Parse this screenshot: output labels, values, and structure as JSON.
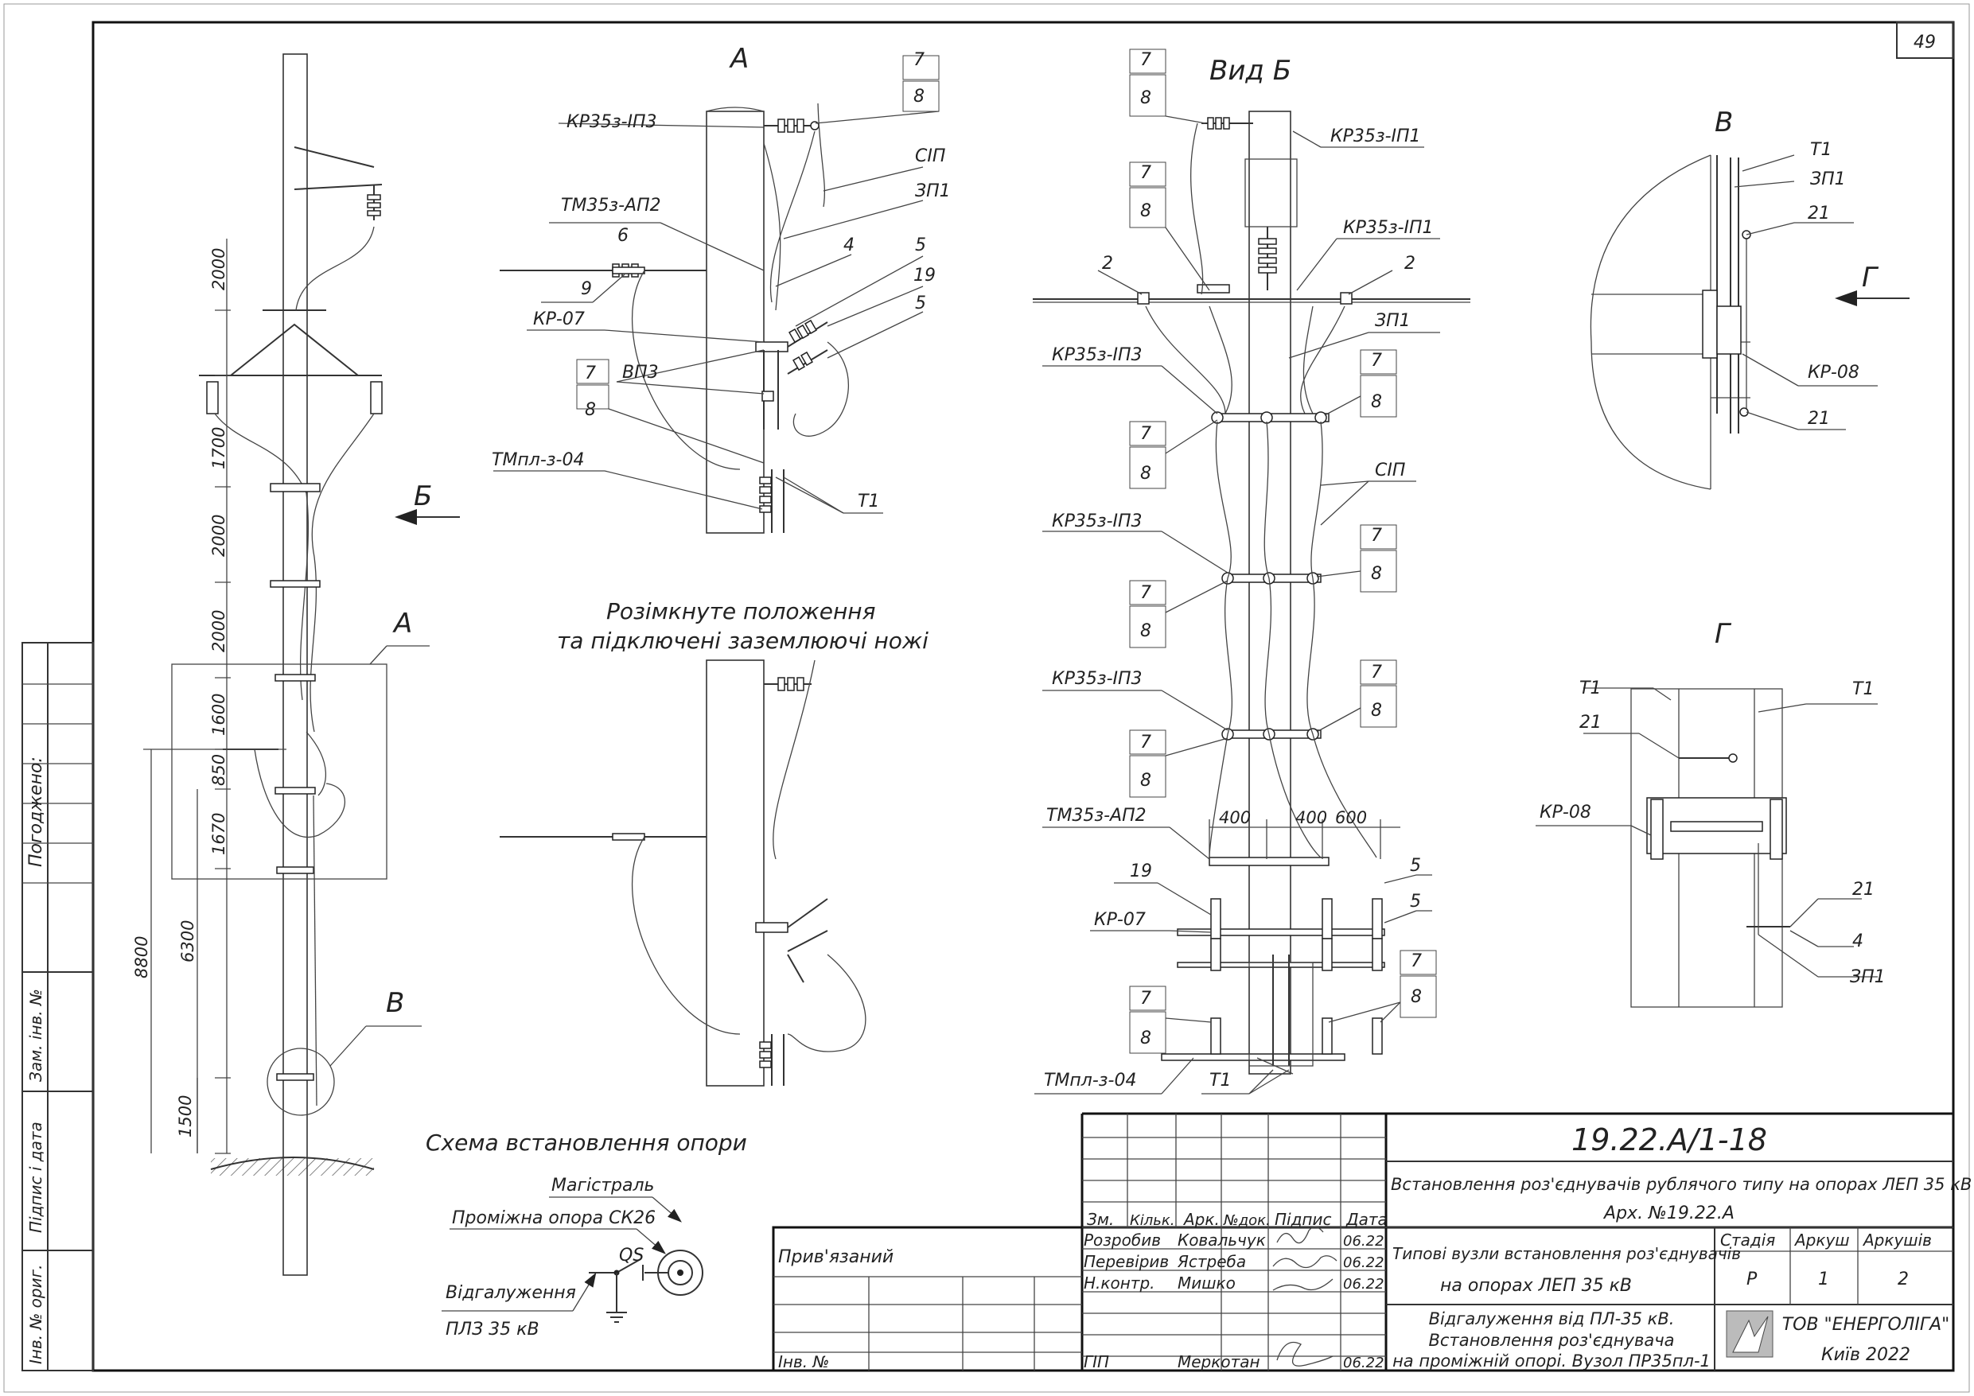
{
  "sheet_number": "49",
  "views": {
    "a_title": "А",
    "b_title": "Вид Б",
    "v_title": "В",
    "g_title": "Г",
    "open_caption_1": "Розімкнуте положення",
    "open_caption_2": "та підключені заземлюючі ножі"
  },
  "overview": {
    "callout_a": "А",
    "callout_b": "Б",
    "callout_v": "В",
    "dims": [
      "2000",
      "1700",
      "2000",
      "2000",
      "1600",
      "850",
      "1670",
      "1500",
      "8800",
      "6300"
    ]
  },
  "labels_a": {
    "kr35z_ip3": "КР35з-ІП3",
    "tm35z_ap2": "ТМ35з-АП2",
    "kr07": "КР-07",
    "vp3": "ВП3",
    "tmpl_z_04": "ТМпл-з-04",
    "sip": "СІП",
    "zp1": "ЗП1",
    "t1": "Т1",
    "n4": "4",
    "n5a": "5",
    "n5b": "5",
    "n6": "6",
    "n7a": "7",
    "n8a": "8",
    "n7b": "7",
    "n8b": "8",
    "n9": "9",
    "n19": "19"
  },
  "labels_b": {
    "kr35z_ip1_top": "КР35з-ІП1",
    "kr35z_ip1_mid": "КР35з-ІП1",
    "zp1": "ЗП1",
    "kr35z_ip3_1": "КР35з-ІП3",
    "kr35z_ip3_2": "КР35з-ІП3",
    "kr35z_ip3_3": "КР35з-ІП3",
    "sip": "СІП",
    "tm35z_ap2": "ТМ35з-АП2",
    "kr07": "КР-07",
    "tmpl_z_04": "ТМпл-з-04",
    "t1": "Т1",
    "n2a": "2",
    "n2b": "2",
    "n5a": "5",
    "n5b": "5",
    "n19": "19",
    "n7": "7",
    "n8": "8",
    "d400a": "400",
    "d400b": "400",
    "d600": "600"
  },
  "labels_v": {
    "t1": "Т1",
    "zp1": "ЗП1",
    "n21a": "21",
    "n21b": "21",
    "kr08": "КР-08",
    "g_arrow": "Г"
  },
  "labels_g": {
    "t1a": "Т1",
    "t1b": "Т1",
    "n21a": "21",
    "n21b": "21",
    "kr08": "КР-08",
    "n4": "4",
    "zp1": "ЗП1"
  },
  "scheme": {
    "title": "Схема встановлення опори",
    "main_line": "Магістраль",
    "support": "Проміжна опора СК26",
    "qs": "QS",
    "branch_1": "Відгалуження",
    "branch_2": "ПЛЗ 35 кВ"
  },
  "left_margin": {
    "agreed": "Погоджено:",
    "inv_replace": "Зам. інв. №",
    "sign_date": "Підпис і дата",
    "inv_orig": "Інв. № ориг."
  },
  "title_block": {
    "code": "19.22.А/1-18",
    "object_title": "Встановлення роз'єднувачів рублячого типу на опорах ЛЕП 35 кВ",
    "archive": "Арх. №19.22.А",
    "attached": "Прив'язаний",
    "inv_no": "Інв. №",
    "headers": [
      "Зм.",
      "Кільк.",
      "Арк.",
      "№док.",
      "Підпис",
      "Дата"
    ],
    "signers": [
      {
        "role": "Розробив",
        "name": "Ковальчук",
        "date": "06.22"
      },
      {
        "role": "Перевірив",
        "name": "Ястреба",
        "date": "06.22"
      },
      {
        "role": "Н.контр.",
        "name": "Мишко",
        "date": "06.22"
      },
      {
        "role": "ГІП",
        "name": "Меркотан",
        "date": "06.22"
      }
    ],
    "doc_title_1": "Типові вузли встановлення роз'єднувачів",
    "doc_title_2": "на опорах ЛЕП 35 кВ",
    "stage_label": "Стадія",
    "sheet_label": "Аркуш",
    "sheets_label": "Аркушів",
    "stage": "Р",
    "sheet": "1",
    "sheets": "2",
    "node_1": "Відгалуження від ПЛ-35 кВ.",
    "node_2": "Встановлення роз'єднувача",
    "node_3": "на проміжній опорі. Вузол ПР35пл-1",
    "company": "ТОВ \"ЕНЕРГОЛІГА\"",
    "city": "Київ 2022"
  }
}
